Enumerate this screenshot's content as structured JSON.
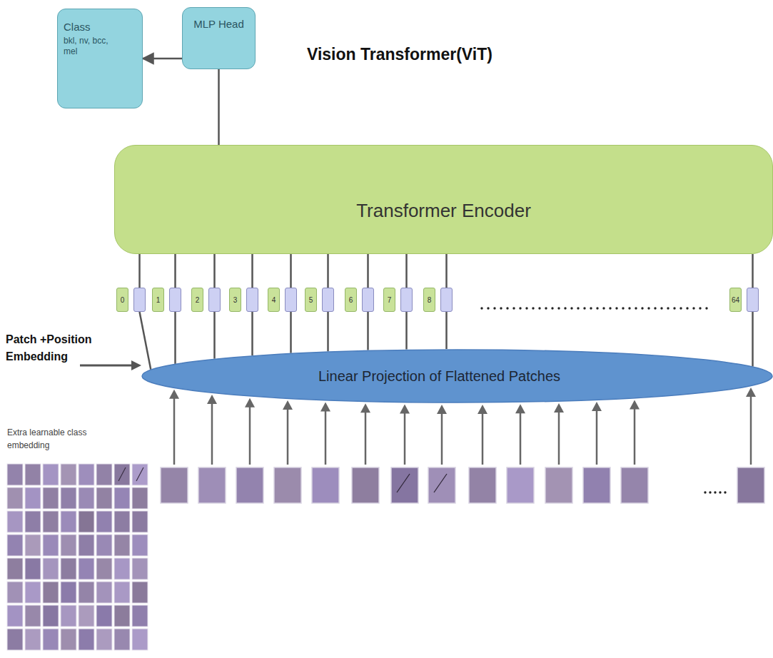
{
  "diagram": {
    "title": "Vision Transformer(ViT)",
    "nodes": [
      {
        "text": [
          "Class",
          "bkl, nv, bcc, mel"
        ]
      },
      {
        "text": [
          "MLP Head"
        ]
      },
      {
        "text": [
          "Transformer Encoder"
        ]
      },
      {
        "text": [
          "0"
        ]
      },
      {
        "text": [
          "1"
        ]
      },
      {
        "text": [
          "2"
        ]
      },
      {
        "text": [
          "3"
        ]
      },
      {
        "text": [
          "4"
        ]
      },
      {
        "text": [
          "5"
        ]
      },
      {
        "text": [
          "6"
        ]
      },
      {
        "text": [
          "7"
        ]
      },
      {
        "text": [
          "8"
        ]
      },
      {
        "text": [
          "64"
        ]
      },
      {
        "text": [
          "Linear Projection of Flattened Patches"
        ]
      }
    ],
    "edges": [
      {
        "from": 2,
        "to": 1,
        "arrow": "none"
      },
      {
        "from": 1,
        "to": 0,
        "arrow": "to"
      },
      {
        "from": 13,
        "to": 3,
        "arrow": "none"
      },
      {
        "from": 3,
        "to": 2,
        "arrow": "none"
      },
      {
        "from": 13,
        "to": 4,
        "arrow": "none"
      },
      {
        "from": 4,
        "to": 2,
        "arrow": "none"
      },
      {
        "from": 13,
        "to": 5,
        "arrow": "none"
      },
      {
        "from": 5,
        "to": 2,
        "arrow": "none"
      },
      {
        "from": 13,
        "to": 6,
        "arrow": "none"
      },
      {
        "from": 6,
        "to": 2,
        "arrow": "none"
      },
      {
        "from": 13,
        "to": 7,
        "arrow": "none"
      },
      {
        "from": 7,
        "to": 2,
        "arrow": "none"
      },
      {
        "from": 13,
        "to": 8,
        "arrow": "none"
      },
      {
        "from": 8,
        "to": 2,
        "arrow": "none"
      },
      {
        "from": 13,
        "to": 9,
        "arrow": "none"
      },
      {
        "from": 9,
        "to": 2,
        "arrow": "none"
      },
      {
        "from": 13,
        "to": 10,
        "arrow": "none"
      },
      {
        "from": 10,
        "to": 2,
        "arrow": "none"
      },
      {
        "from": 13,
        "to": 11,
        "arrow": "none"
      },
      {
        "from": 11,
        "to": 2,
        "arrow": "none"
      },
      {
        "from": 13,
        "to": 12,
        "arrow": "none"
      },
      {
        "from": 12,
        "to": 2,
        "arrow": "none"
      }
    ],
    "labels": [
      "Patch +Position Embedding",
      "Extra learnable class embedding"
    ]
  }
}
